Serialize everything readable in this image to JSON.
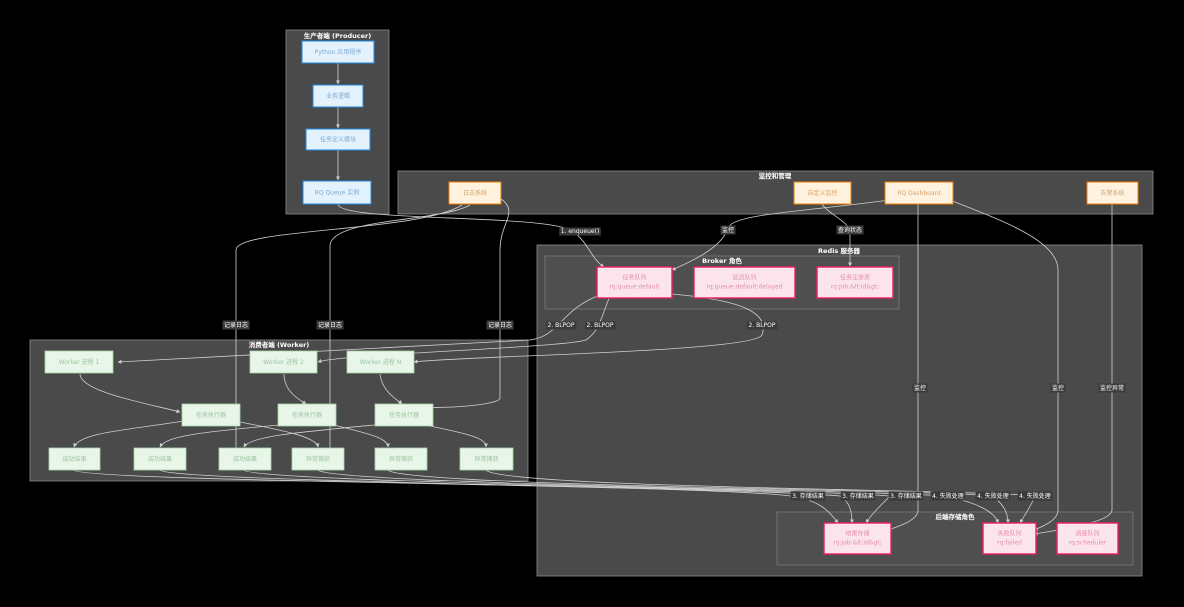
{
  "groups": {
    "producer": "生产者端 (Producer)",
    "monitor": "监控和管理",
    "redis": "Redis 服务器",
    "broker": "Broker 角色",
    "worker": "消费者端 (Worker)",
    "backend": "后端存储角色"
  },
  "nodes": {
    "app": {
      "l1": "Python 应用程序"
    },
    "logic": {
      "l1": "业务逻辑"
    },
    "taskdef": {
      "l1": "任务定义模块"
    },
    "rqqueue": {
      "l1": "RQ Queue 实例"
    },
    "logsys": {
      "l1": "日志系统"
    },
    "custmon": {
      "l1": "自定义监控"
    },
    "dash": {
      "l1": "RQ Dashboard"
    },
    "alert": {
      "l1": "告警系统"
    },
    "taskq": {
      "l1": "任务队列",
      "l2": "rq:queue:default"
    },
    "delayq": {
      "l1": "延迟队列",
      "l2": "rq:queue:default:delayed"
    },
    "taskreg": {
      "l1": "任务注册表",
      "l2": "rq:job:&lt;id&gt;"
    },
    "w1": {
      "l1": "Worker 进程 1"
    },
    "w2": {
      "l1": "Worker 进程 2"
    },
    "wn": {
      "l1": "Worker 进程 N"
    },
    "e1": {
      "l1": "任务执行器"
    },
    "e2": {
      "l1": "任务执行器"
    },
    "e3": {
      "l1": "任务执行器"
    },
    "s1": {
      "l1": "成功结果"
    },
    "s2": {
      "l1": "成功结果"
    },
    "s3": {
      "l1": "成功结果"
    },
    "x1": {
      "l1": "异常捕获"
    },
    "x2": {
      "l1": "异常捕获"
    },
    "x3": {
      "l1": "异常捕获"
    },
    "resstore": {
      "l1": "结果存储",
      "l2": "rq:job:&lt;id&gt;"
    },
    "failq": {
      "l1": "失败队列",
      "l2": "rq:failed"
    },
    "schedq": {
      "l1": "调度队列",
      "l2": "rq:scheduler"
    }
  },
  "edge_labels": {
    "enqueue": "1. enqueue()",
    "monitor": "监控",
    "query": "查询状态",
    "log1": "记录日志",
    "log2": "记录日志",
    "log3": "记录日志",
    "blpop1": "2. BLPOP",
    "blpop2": "2. BLPOP",
    "blpop3": "2. BLPOP",
    "mon_res": "监控",
    "mon_fail": "监控",
    "alert_fail": "监控异常",
    "store1": "3. 存储结果",
    "store2": "3. 存储结果",
    "store3": "3. 存储结果",
    "fail1": "4. 失败处理",
    "fail2": "4. 失败处理",
    "fail3": "4. 失败处理"
  },
  "colors": {
    "background": "#000000",
    "cluster_fill": "#4a4a4a",
    "cluster_stroke": "#8a8a8a",
    "blue_fill": "#e3f2fd",
    "blue_stroke": "#1e88e5",
    "orange_fill": "#fff3e0",
    "orange_stroke": "#f57c00",
    "pink_fill": "#fce4ec",
    "pink_stroke": "#e91e63",
    "green_fill": "#e8f5e9",
    "green_stroke": "#a5d6a7",
    "edge": "#d0d0d0"
  }
}
